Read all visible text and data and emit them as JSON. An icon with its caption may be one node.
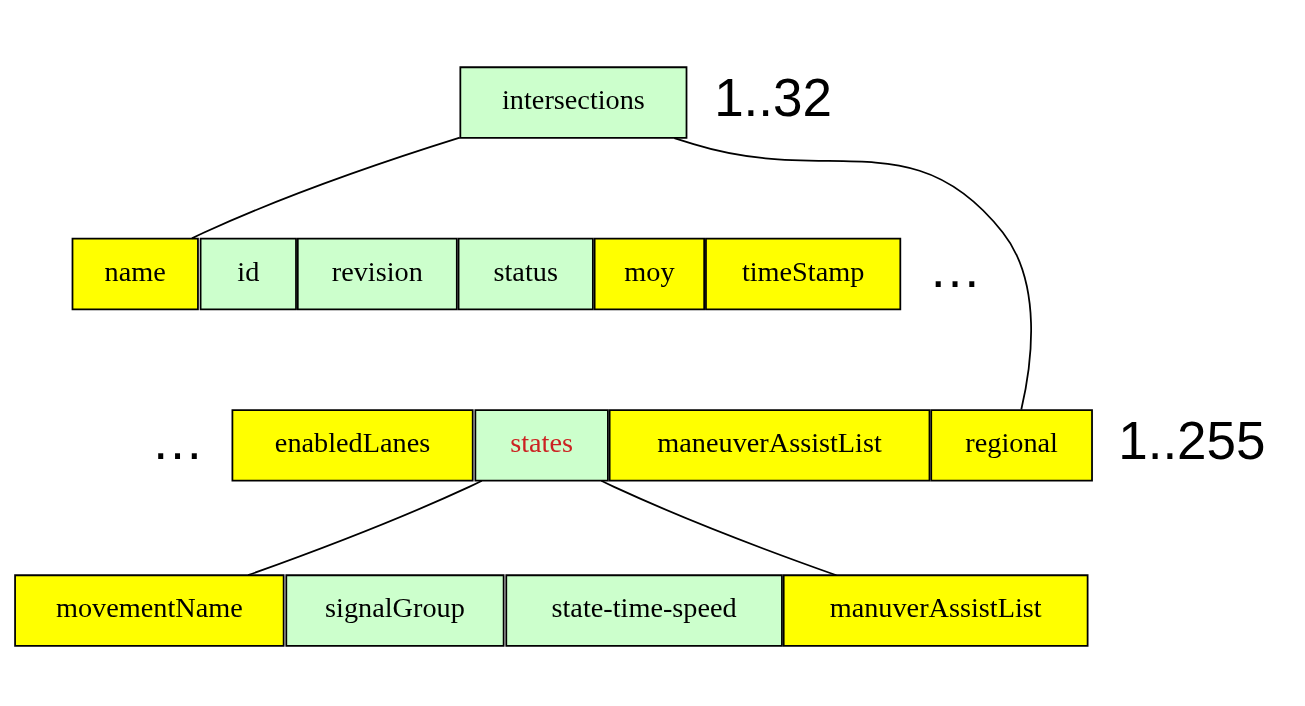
{
  "diagram": {
    "nodes": [
      {
        "text": [
          "intersections"
        ]
      },
      {
        "text": [
          "name"
        ]
      },
      {
        "text": [
          "id"
        ]
      },
      {
        "text": [
          "revision"
        ]
      },
      {
        "text": [
          "status"
        ]
      },
      {
        "text": [
          "moy"
        ]
      },
      {
        "text": [
          "timeStamp"
        ]
      },
      {
        "text": [
          "enabledLanes"
        ]
      },
      {
        "text": [
          "states"
        ]
      },
      {
        "text": [
          "maneuverAssistList"
        ]
      },
      {
        "text": [
          "regional"
        ]
      },
      {
        "text": [
          "movementName"
        ]
      },
      {
        "text": [
          "signalGroup"
        ]
      },
      {
        "text": [
          "state-time-speed"
        ]
      },
      {
        "text": [
          "manuverAssistList"
        ]
      }
    ],
    "edges": [
      {
        "from": 0,
        "to": 1,
        "arrow": "none"
      },
      {
        "from": 0,
        "to": 10,
        "arrow": "none"
      },
      {
        "from": 8,
        "to": 11,
        "arrow": "none"
      },
      {
        "from": 8,
        "to": 14,
        "arrow": "none"
      }
    ],
    "labels": [
      "1..32",
      "…",
      "…",
      "1..255"
    ]
  }
}
